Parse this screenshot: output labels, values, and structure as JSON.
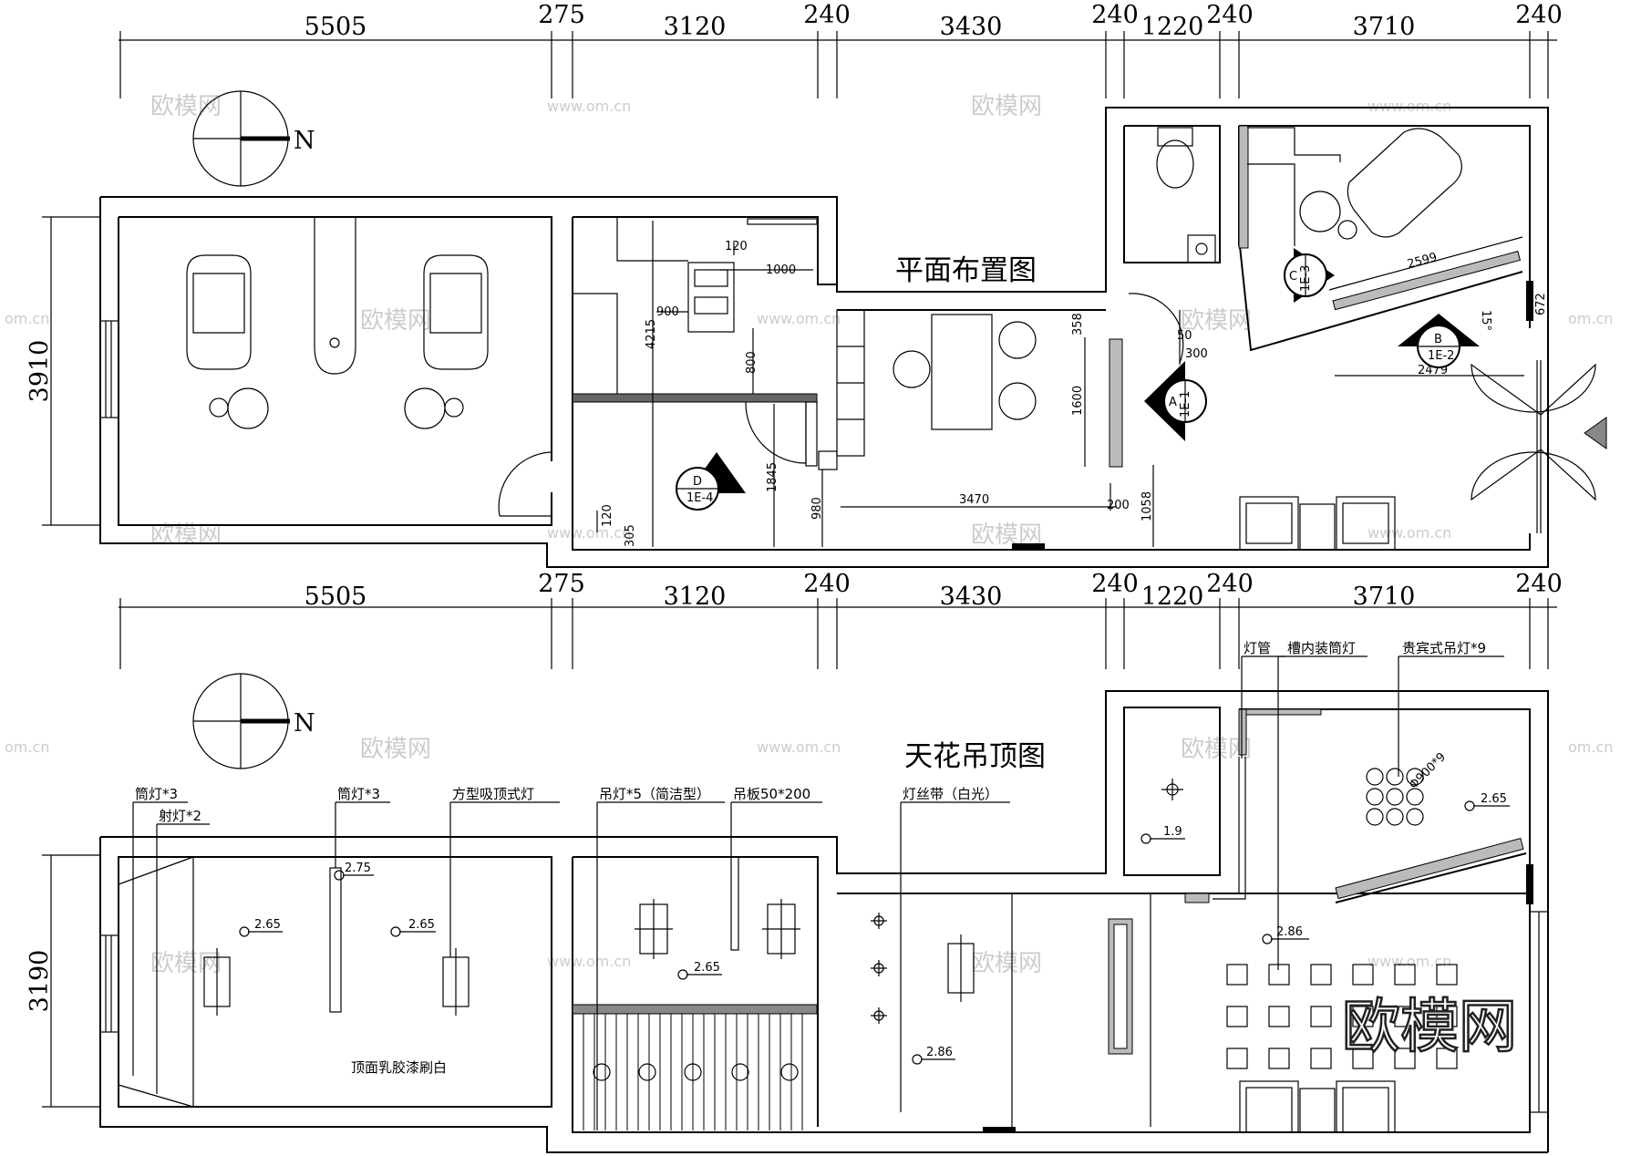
{
  "plan": {
    "title": "平面布置图",
    "top_dims": [
      "5505",
      "275",
      "3120",
      "240",
      "3430",
      "240",
      "1220",
      "240",
      "3710",
      "240"
    ],
    "left_dim": "3910",
    "small_dims": [
      "120",
      "1000",
      "900",
      "4215",
      "800",
      "1845",
      "980",
      "3470",
      "200",
      "1058",
      "358",
      "1600",
      "50",
      "300",
      "2599",
      "2479",
      "15°",
      "672",
      "120",
      "305"
    ],
    "markers": [
      {
        "letter": "A",
        "code": "1E-1"
      },
      {
        "letter": "B",
        "code": "1E-2"
      },
      {
        "letter": "C",
        "code": "1E-3"
      },
      {
        "letter": "D",
        "code": "1E-4"
      }
    ],
    "north": "N"
  },
  "ceiling": {
    "title": "天花吊顶图",
    "top_dims": [
      "5505",
      "275",
      "3120",
      "240",
      "3430",
      "240",
      "1220",
      "240",
      "3710",
      "240"
    ],
    "left_dim": "3190",
    "labels": [
      "筒灯*3",
      "射灯*2",
      "筒灯*3",
      "方型吸顶式灯",
      "吊灯*5（简洁型）",
      "吊板50*200",
      "灯丝带（白光）",
      "灯管",
      "槽内装筒灯",
      "贵宾式吊灯*9"
    ],
    "heights": [
      "2.65",
      "2.75",
      "2.65",
      "2.65",
      "2.86",
      "1.9",
      "2.65",
      "2.86"
    ],
    "chandelier_size": "Φ900*9",
    "note": "顶面乳胶漆刷白",
    "north": "N"
  },
  "watermarks": {
    "logo": "欧模网",
    "url": "www.om.cn",
    "url_short": "om.cn"
  }
}
